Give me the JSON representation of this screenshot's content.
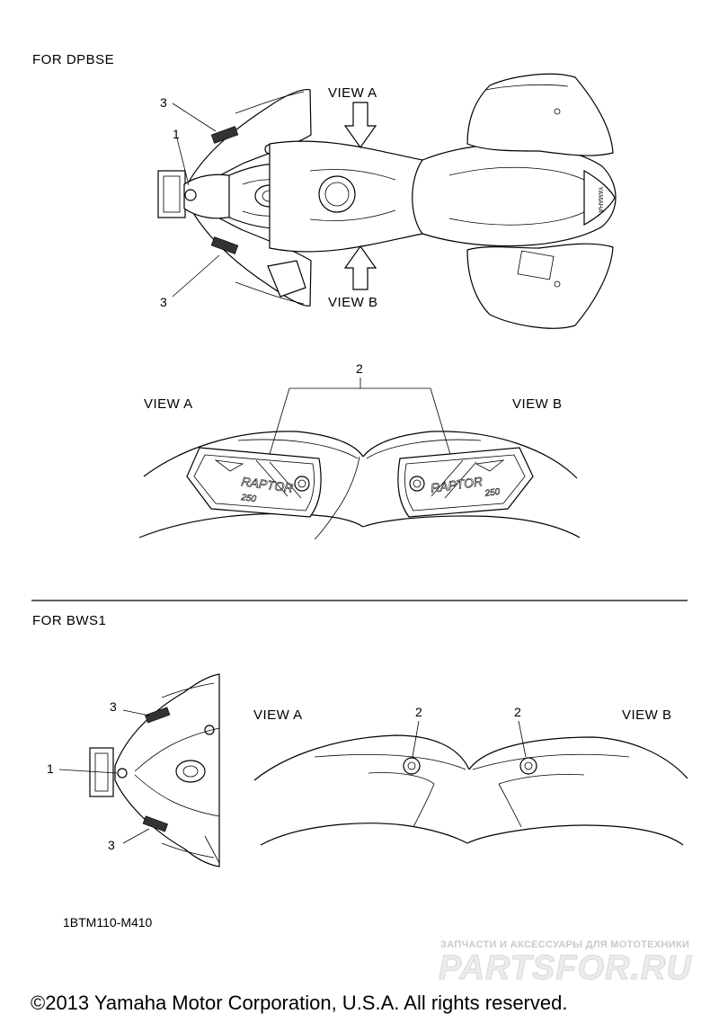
{
  "sections": {
    "dpbse": {
      "label": "FOR  DPBSE"
    },
    "bws1": {
      "label": "FOR BWS1"
    }
  },
  "views": {
    "top_view_a": "VIEW A",
    "top_view_b": "VIEW B",
    "mid_view_a": "VIEW A",
    "mid_view_b": "VIEW B",
    "bws_view_a": "VIEW A",
    "bws_view_b": "VIEW B"
  },
  "callouts": {
    "top_3_upper": "3",
    "top_1": "1",
    "top_3_lower": "3",
    "mid_2": "2",
    "bws_3_upper": "3",
    "bws_1": "1",
    "bws_3_lower": "3",
    "bws_2_left": "2",
    "bws_2_right": "2"
  },
  "decal_text": {
    "brand": "YAMAHA",
    "model": "RAPTOR",
    "displacement": "250"
  },
  "part_code": "1BTM110-M410",
  "watermark": {
    "tagline": "ЗАПЧАСТИ И АКСЕССУАРЫ ДЛЯ МОТОТЕХНИКИ",
    "site": "PARTSFOR.RU"
  },
  "copyright": "©2013 Yamaha Motor Corporation, U.S.A. All rights reserved."
}
